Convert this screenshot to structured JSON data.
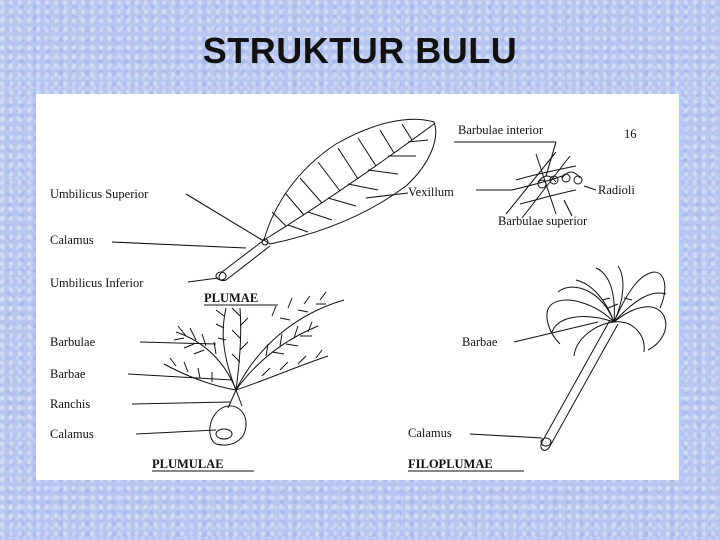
{
  "slide": {
    "title": "STRUKTUR BULU"
  },
  "diagram": {
    "page_number": "16",
    "plumae": {
      "caption": "PLUMAE",
      "labels": {
        "umbilicus_superior": "Umbilicus Superior",
        "calamus": "Calamus",
        "umbilicus_inferior": "Umbilicus Inferior",
        "vexillum": "Vexillum"
      }
    },
    "detail": {
      "labels": {
        "barbulae_interior": "Barbulae interior",
        "radioli": "Radioli",
        "barbulae_superior": "Barbulae superior"
      }
    },
    "plumulae": {
      "caption": "PLUMULAE",
      "labels": {
        "barbulae": "Barbulae",
        "barbae": "Barbae",
        "ranchis": "Ranchis",
        "calamus": "Calamus"
      }
    },
    "filoplumae": {
      "caption": "FILOPLUMAE",
      "labels": {
        "barbae": "Barbae",
        "calamus": "Calamus"
      }
    }
  }
}
